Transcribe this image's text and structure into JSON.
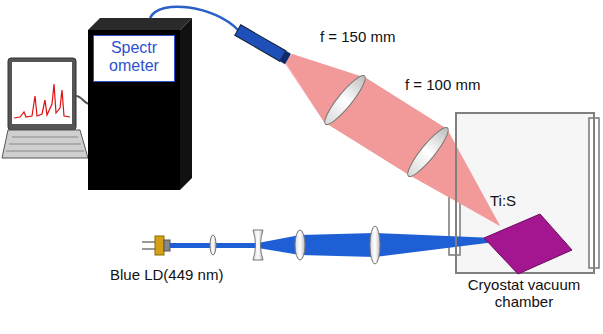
{
  "diagram": {
    "nodes": [
      {
        "text": [
          "Spectr ometer"
        ]
      },
      {
        "text": [
          "Cryostat vacuum chamber"
        ]
      },
      {
        "text": [
          "Ti:S"
        ],
        "in": 1
      }
    ],
    "labels": [
      "f = 150 mm",
      "f = 100 mm",
      "Blue LD(449 nm)"
    ]
  }
}
